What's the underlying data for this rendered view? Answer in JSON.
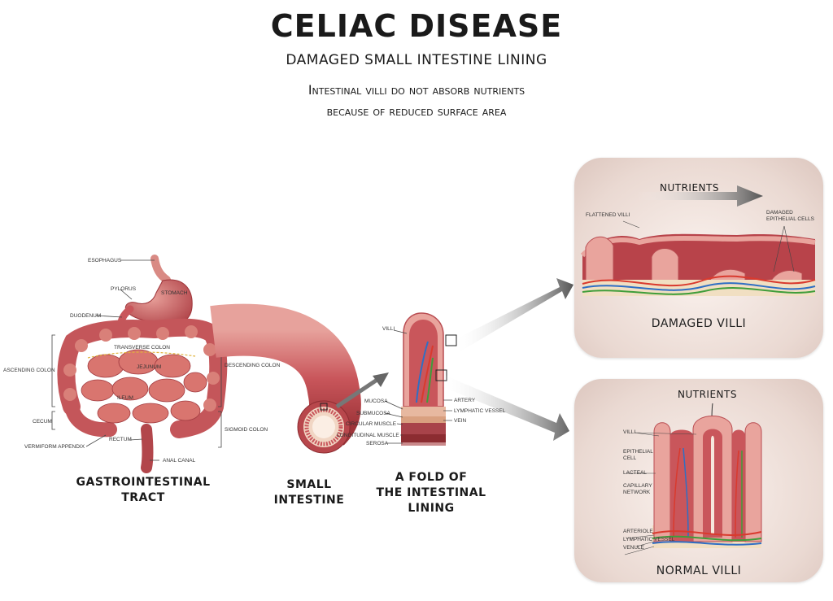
{
  "header": {
    "title": "CELIAC DISEASE",
    "subtitle": "DAMAGED SMALL INTESTINE LINING",
    "description_line1": "Intestinal villi do not absorb nutrients",
    "description_line2": "because of reduced surface area"
  },
  "gi_tract": {
    "caption_line1": "GASTROINTESTINAL",
    "caption_line2": "TRACT",
    "labels": {
      "esophagus": "ESOPHAGUS",
      "pylorus": "PYLORUS",
      "stomach": "STOMACH",
      "duodenum": "DUODENUM",
      "transverse_colon": "TRANSVERSE COLON",
      "jejunum": "JEJUNUM",
      "ileum": "ILEUM",
      "ascending_colon": "ASCENDING COLON",
      "descending_colon": "DESCENDING COLON",
      "cecum": "CECUM",
      "rectum": "RECTUM",
      "vermiform_appendix": "VERMIFORM APPENDIX",
      "sigmoid_colon": "SIGMOID COLON",
      "anal_canal": "ANAL CANAL"
    }
  },
  "small_intestine": {
    "caption_line1": "SMALL",
    "caption_line2": "INTESTINE"
  },
  "fold": {
    "caption_line1": "A FOLD OF",
    "caption_line2": "THE INTESTINAL",
    "caption_line3": "LINING",
    "labels": {
      "villi": "VILLI",
      "mucosa": "MUCOSA",
      "submucosa": "SUBMUCOSA",
      "circular_muscle": "CIRCULAR MUSCLE",
      "longitudinal_muscle": "LONGITUDINAL MUSCLE",
      "serosa": "SEROSA",
      "artery": "ARTERY",
      "lymphatic_vessel": "LYMPHATIC VESSEL",
      "vein": "VEIN"
    }
  },
  "damaged_panel": {
    "nutrients": "NUTRIENTS",
    "flattened_villi": "FLATTENED VILLI",
    "damaged_cells_line1": "DAMAGED",
    "damaged_cells_line2": "EPITHELIAL CELLS",
    "caption": "DAMAGED VILLI"
  },
  "normal_panel": {
    "nutrients": "NUTRIENTS",
    "villi": "VILLI",
    "epithelial_line1": "EPITHELIAL",
    "epithelial_line2": "CELL",
    "lacteal": "LACTEAL",
    "capillary_line1": "CAPILLARY",
    "capillary_line2": "NETWORK",
    "arteriole": "ARTERIOLE",
    "lymphatic_vessel": "LYMPHATIC VESSEL",
    "venule": "VENULE",
    "caption": "NORMAL VILLI"
  },
  "colors": {
    "tissue": "#c9565b",
    "tissue_light": "#e49b96",
    "tissue_dark": "#9e3439",
    "artery": "#d93a2e",
    "vein": "#2f6fc4",
    "lymph": "#3f9d3a",
    "arrow": "#6b6b6b"
  }
}
